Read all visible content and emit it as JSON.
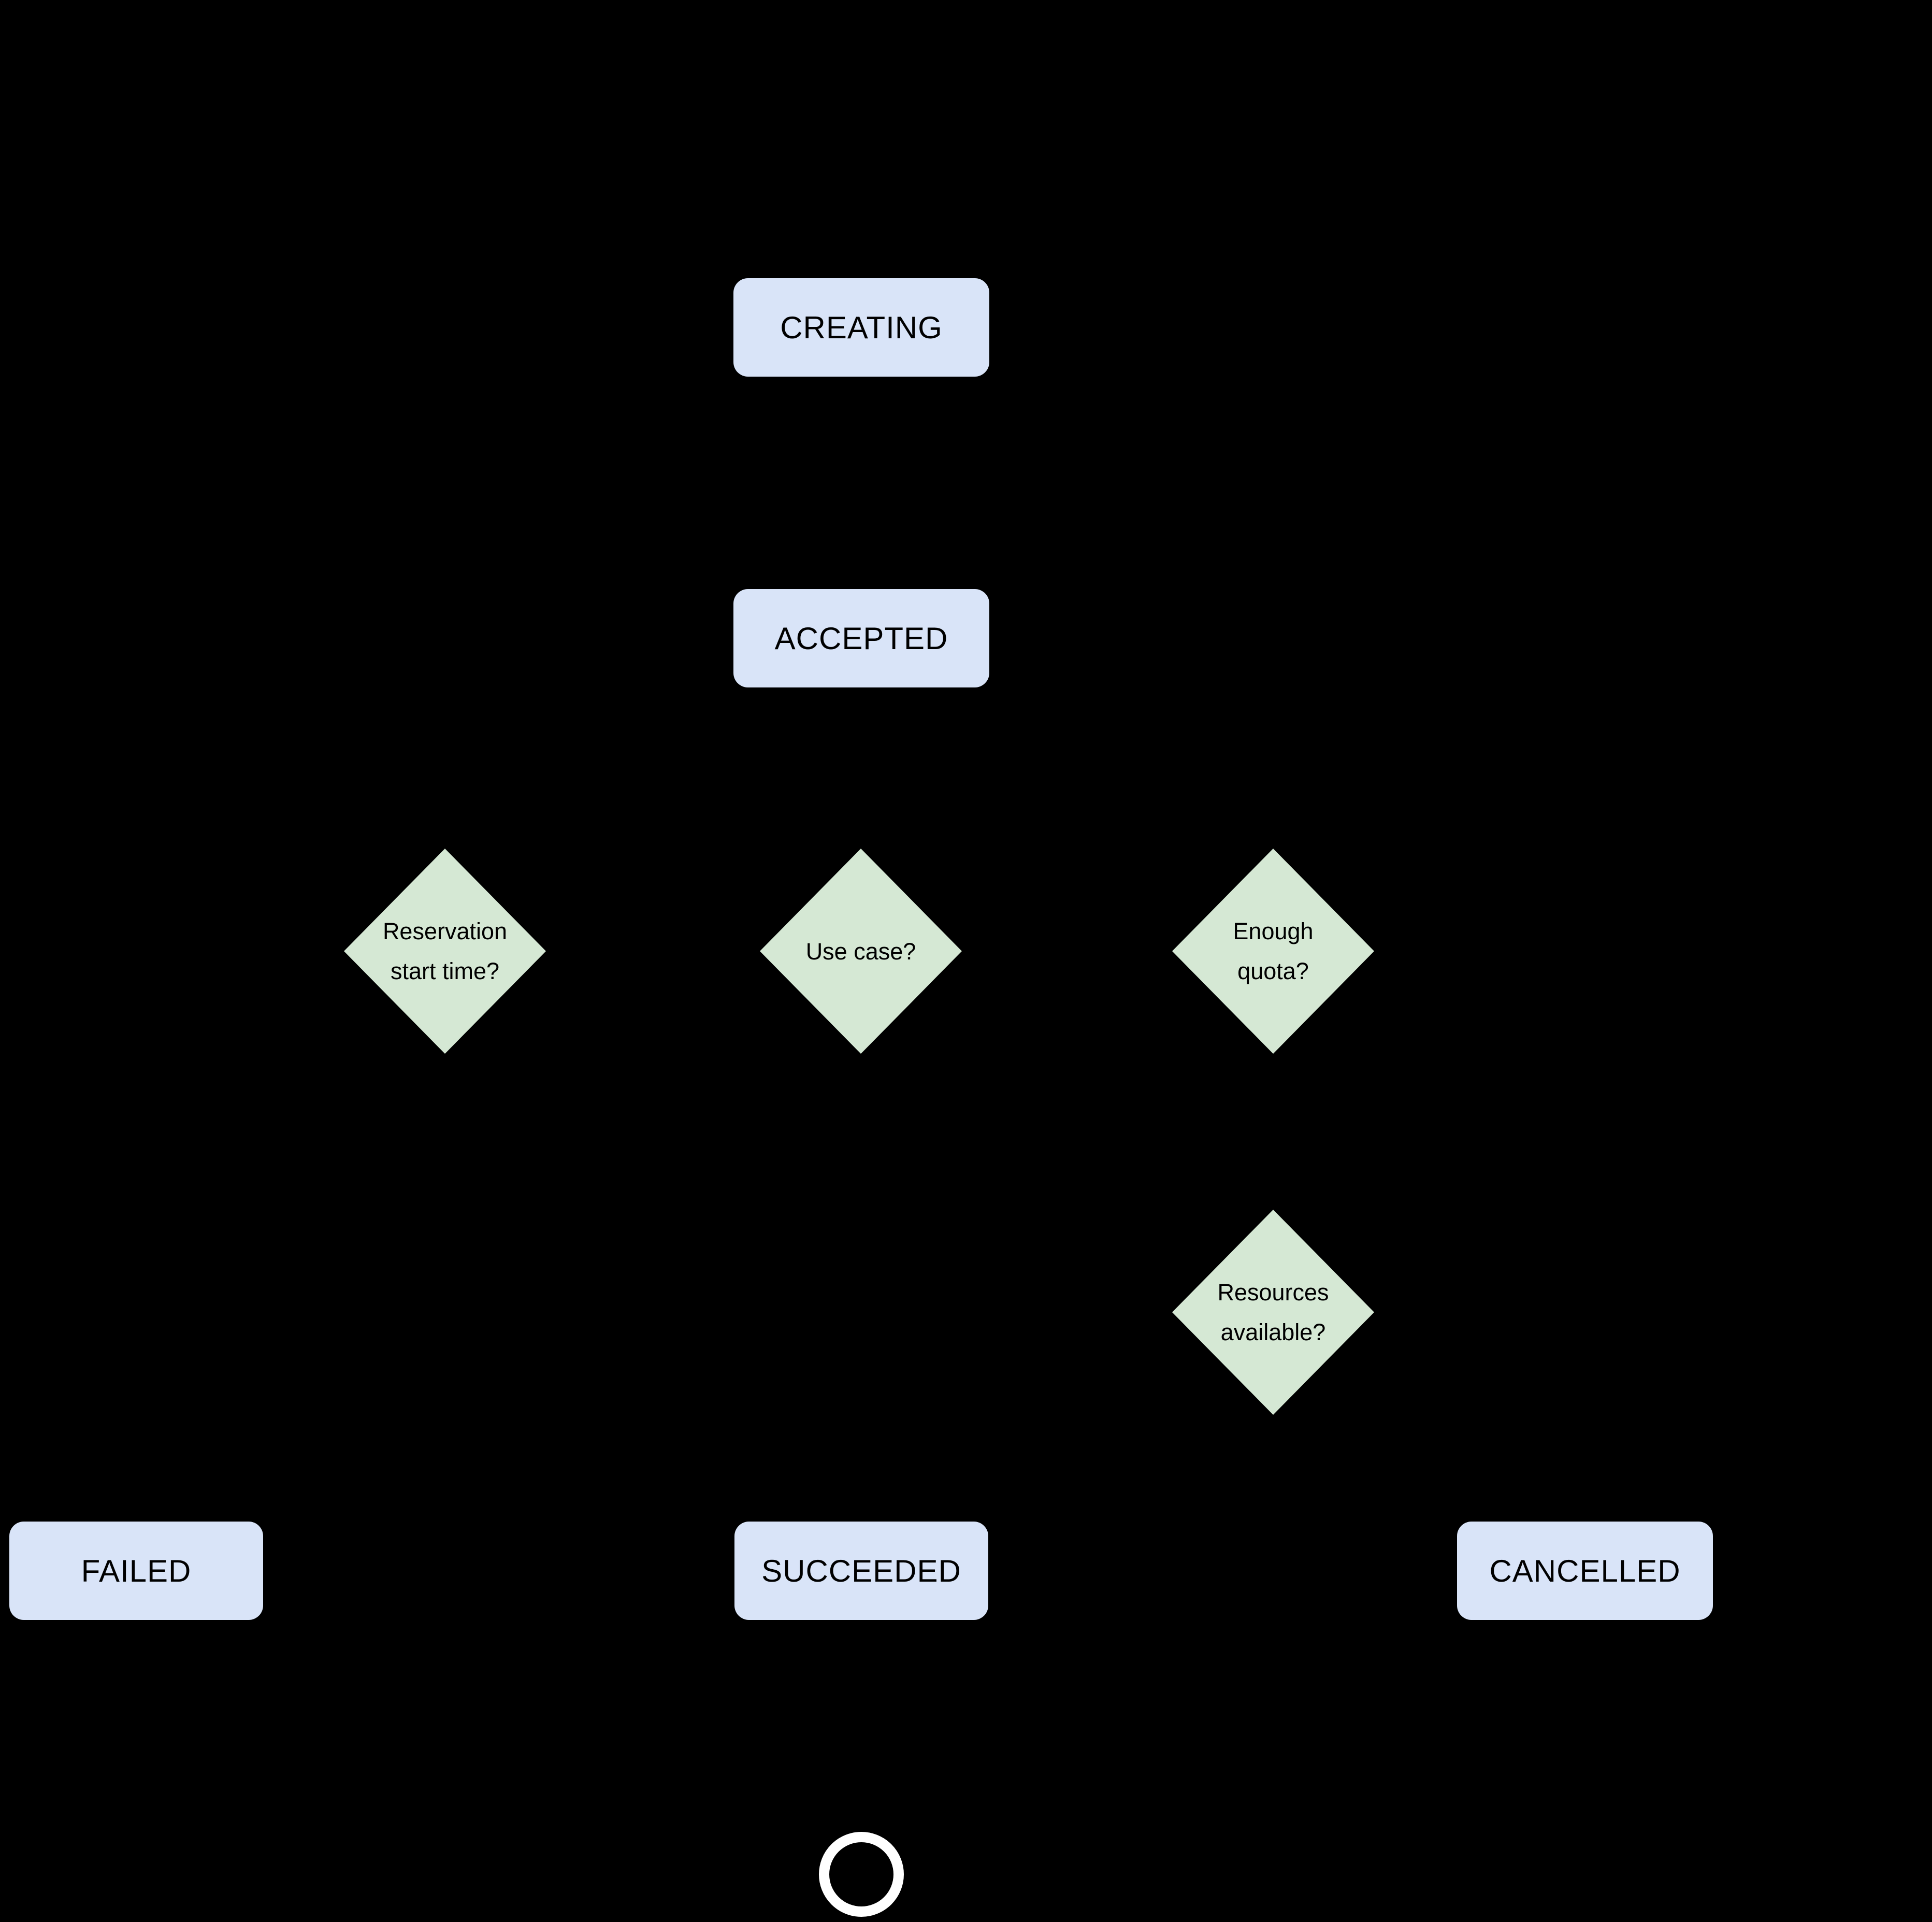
{
  "colors": {
    "background": "#000000",
    "state_fill": "#d9e4f8",
    "decision_fill": "#d5e8d4",
    "label_text": "#000000",
    "final_ring": "#ffffff"
  },
  "states": [
    {
      "id": "creating",
      "label": "CREATING"
    },
    {
      "id": "accepted",
      "label": "ACCEPTED"
    },
    {
      "id": "failed",
      "label": "FAILED"
    },
    {
      "id": "succeeded",
      "label": "SUCCEEDED"
    },
    {
      "id": "cancelled",
      "label": "CANCELLED"
    }
  ],
  "decisions": [
    {
      "id": "reservation-start-time",
      "line1": "Reservation",
      "line2": "start time?"
    },
    {
      "id": "use-case",
      "line1": "Use case?",
      "line2": ""
    },
    {
      "id": "enough-quota",
      "line1": "Enough",
      "line2": "quota?"
    },
    {
      "id": "resources-available",
      "line1": "Resources",
      "line2": "available?"
    }
  ],
  "final_state": {
    "id": "end",
    "shape": "circle-outline"
  }
}
